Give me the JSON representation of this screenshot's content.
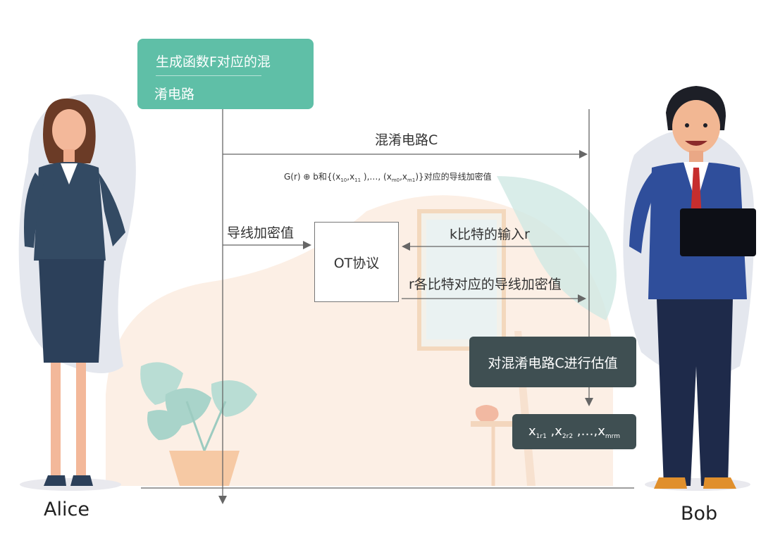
{
  "colors": {
    "accent_green": "#5fbfa7",
    "dark_box": "#3f4f52",
    "arrow": "#666666",
    "decor_peach": "#fbe9dc",
    "decor_blob": "#e4e7ee"
  },
  "step_box": {
    "line1": "生成函数F对应的混",
    "line2": "淆电路"
  },
  "messages": {
    "garbled_circuit": "混淆电路C",
    "encrypted_values_prefix": "G(r) ⊕ b和{(x",
    "sub_10": "10",
    "comma1": ",x",
    "sub_11": "11",
    "mid": " ),…, (x",
    "sub_m0": "m0",
    "comma2": ",x",
    "sub_m1": "m1",
    "encrypted_values_suffix": ")}对应的导线加密值",
    "wire_values": "导线加密值",
    "k_bits_input": "k比特的输入r",
    "r_bits_values": "r各比特对应的导线加密值"
  },
  "protocol_box": {
    "label": "OT协议"
  },
  "evaluate_box": {
    "label": "对混淆电路C进行估值"
  },
  "output_box": {
    "x1": "x",
    "s1": "1r1",
    "x2": " ,x",
    "s2": "2r2",
    "x3": " ,…,x",
    "s3": "mrm"
  },
  "participants": {
    "alice": "Alice",
    "bob": "Bob"
  }
}
